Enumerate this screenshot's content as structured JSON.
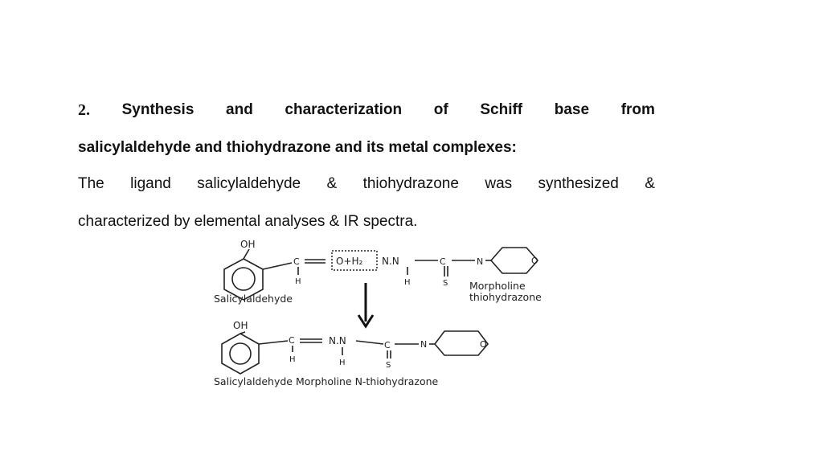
{
  "heading": {
    "number": "2.",
    "line1_words": [
      "Synthesis",
      "and",
      "characterization",
      "of",
      "Schiff",
      "base",
      "from"
    ],
    "line2": "salicylaldehyde and thiohydrazone and its metal complexes:"
  },
  "body": {
    "line1_words": [
      "The",
      "ligand",
      "salicylaldehyde",
      "&",
      "thiohydrazone",
      "was",
      "synthesized",
      "&"
    ],
    "line2": "characterized by elemental analyses & IR spectra."
  },
  "scheme": {
    "oh": "OH",
    "c": "C",
    "h": "H",
    "n": "N",
    "s": "S",
    "o": "O",
    "nn": "N.N",
    "leaving_group": "O+H₂",
    "reactant1_label": "Salicylaldehyde",
    "reactant2_label_1": "Morpholine",
    "reactant2_label_2": "thiohydrazone",
    "product_label": "Salicylaldehyde Morpholine N-thiohydrazone"
  }
}
